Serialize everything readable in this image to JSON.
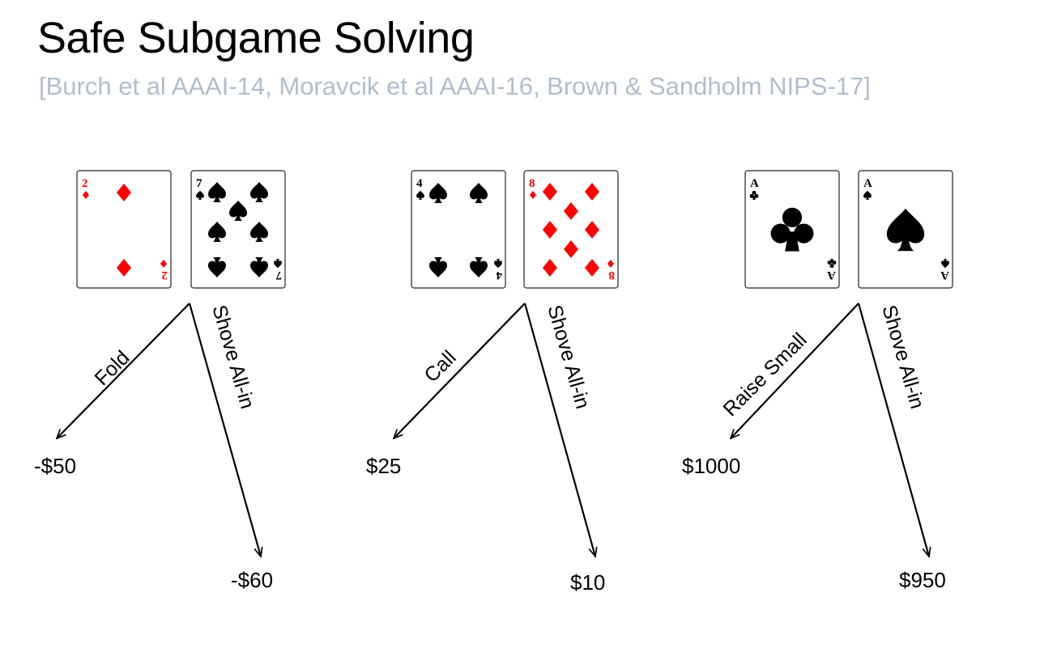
{
  "slide": {
    "title": "Safe Subgame Solving",
    "subtitle": "[Burch et al AAAI-14, Moravcik et al AAAI-16, Brown & Sandholm NIPS-17]"
  },
  "colors": {
    "red_suit": "#ff0000",
    "black_suit": "#000000",
    "subtitle": "#b0bdd0"
  },
  "hands": [
    {
      "cards": [
        {
          "rank": "2",
          "suit": "diamond-icon"
        },
        {
          "rank": "7",
          "suit": "spade-icon"
        }
      ],
      "actions": [
        {
          "label": "Fold",
          "payoff": "-$50"
        },
        {
          "label": "Shove All-in",
          "payoff": "-$60"
        }
      ]
    },
    {
      "cards": [
        {
          "rank": "4",
          "suit": "spade-icon"
        },
        {
          "rank": "8",
          "suit": "diamond-icon"
        }
      ],
      "actions": [
        {
          "label": "Call",
          "payoff": "$25"
        },
        {
          "label": "Shove All-in",
          "payoff": "$10"
        }
      ]
    },
    {
      "cards": [
        {
          "rank": "A",
          "suit": "club-icon"
        },
        {
          "rank": "A",
          "suit": "spade-icon"
        }
      ],
      "actions": [
        {
          "label": "Raise Small",
          "payoff": "$1000"
        },
        {
          "label": "Shove All-in",
          "payoff": "$950"
        }
      ]
    }
  ]
}
